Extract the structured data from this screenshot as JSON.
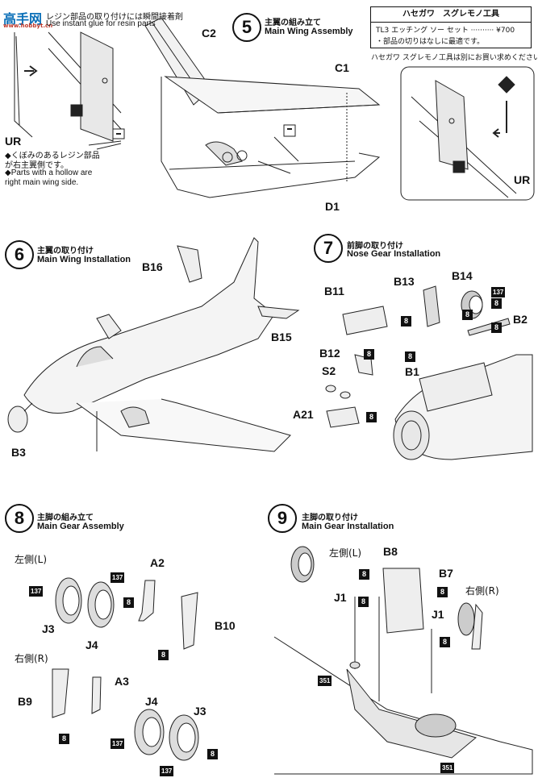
{
  "watermark": {
    "text": "高手网",
    "sub": "www.hobbyt.cn"
  },
  "resin_note": {
    "jp": "レジン部品の取り付けには瞬間接着剤",
    "en": "Use instant glue for resin parts"
  },
  "ur_left": {
    "label": "UR",
    "jp1": "◆くぼみのあるレジン部品",
    "jp2": "が右主翼側です。",
    "en1": "◆Parts with a hollow are",
    "en2": "right main wing side."
  },
  "tool": {
    "head": "ハセガワ　スグレモノ工具",
    "line1": "TL3 エッチング ソー セット ·········· ¥700",
    "line2": "・部品の切りはなしに最適です。",
    "note": "ハセガワ スグレモノ工具は別にお買い求めください。"
  },
  "ur_right": {
    "label": "UR"
  },
  "step5": {
    "num": "5",
    "jp": "主翼の組み立て",
    "en": "Main Wing Assembly",
    "parts": {
      "c2": "C2",
      "c1": "C1",
      "d1": "D1"
    }
  },
  "step6": {
    "num": "6",
    "jp": "主翼の取り付け",
    "en": "Main Wing Installation",
    "parts": {
      "b16": "B16",
      "b15": "B15",
      "b3": "B3"
    }
  },
  "step7": {
    "num": "7",
    "jp": "前脚の取り付け",
    "en": "Nose Gear Installation",
    "parts": {
      "b13": "B13",
      "b14": "B14",
      "b11": "B11",
      "b2": "B2",
      "b12": "B12",
      "b1": "B1",
      "s2": "S2",
      "a21": "A21"
    }
  },
  "step8": {
    "num": "8",
    "jp": "主脚の組み立て",
    "en": "Main Gear Assembly",
    "left": "左側(L)",
    "right": "右側(R)",
    "parts": {
      "a2": "A2",
      "j3": "J3",
      "j4": "J4",
      "b10": "B10",
      "a3": "A3",
      "b9": "B9"
    }
  },
  "step9": {
    "num": "9",
    "jp": "主脚の取り付け",
    "en": "Main Gear Installation",
    "left": "左側(L)",
    "right": "右側(R)",
    "parts": {
      "b8": "B8",
      "b7": "B7",
      "j1a": "J1",
      "j1b": "J1"
    }
  },
  "colors": {
    "c8": "8",
    "c137": "137",
    "c351": "351"
  }
}
